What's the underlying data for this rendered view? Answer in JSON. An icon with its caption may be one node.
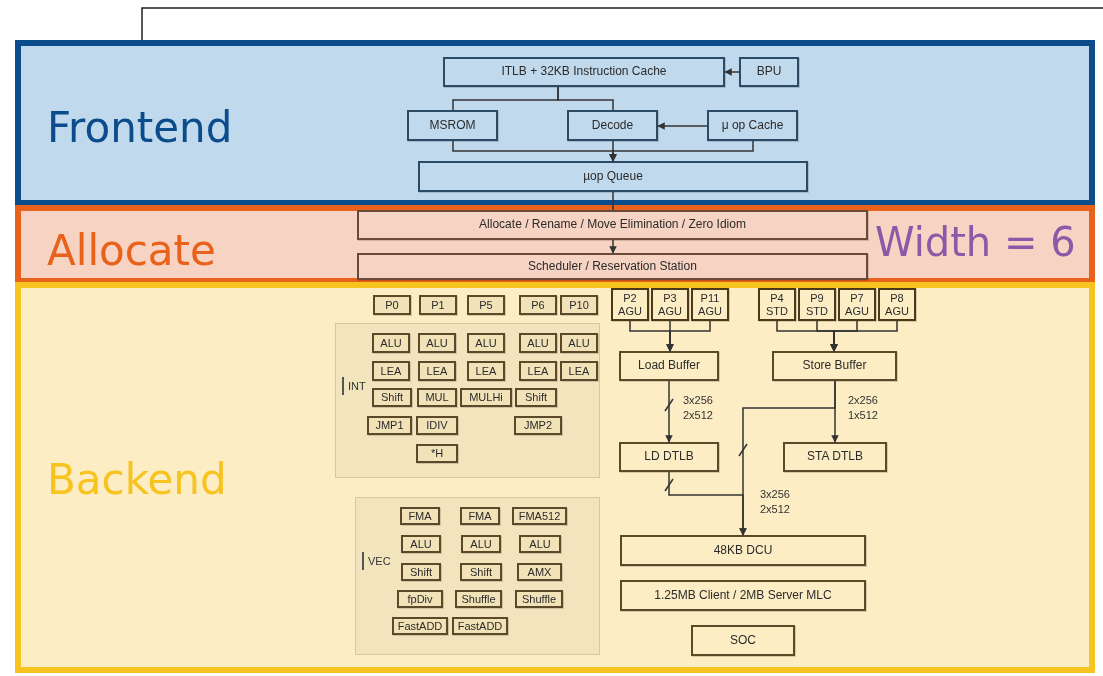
{
  "diagram": {
    "nodes": [
      {
        "text": [
          "Frontend"
        ]
      },
      {
        "text": [
          "Allocate"
        ]
      },
      {
        "text": [
          "Backend"
        ]
      },
      {
        "text": [
          "ITLB + 32KB Instruction Cache"
        ],
        "in": 0
      },
      {
        "text": [
          "BPU"
        ],
        "in": 0
      },
      {
        "text": [
          "MSROM"
        ],
        "in": 0
      },
      {
        "text": [
          "Decode"
        ],
        "in": 0
      },
      {
        "text": [
          "μ op Cache"
        ],
        "in": 0
      },
      {
        "text": [
          "µop Queue"
        ],
        "in": 0
      },
      {
        "text": [
          "Allocate / Rename / Move Elimination / Zero Idiom"
        ],
        "in": 1
      },
      {
        "text": [
          "Scheduler / Reservation Station"
        ],
        "in": 1
      },
      {
        "text": [
          "P0"
        ],
        "in": 2
      },
      {
        "text": [
          "P1"
        ],
        "in": 2
      },
      {
        "text": [
          "P5"
        ],
        "in": 2
      },
      {
        "text": [
          "P6"
        ],
        "in": 2
      },
      {
        "text": [
          "P10"
        ],
        "in": 2
      },
      {
        "text": [
          "INT"
        ],
        "in": 2
      },
      {
        "text": [
          "ALU"
        ],
        "in": 16
      },
      {
        "text": [
          "ALU"
        ],
        "in": 16
      },
      {
        "text": [
          "ALU"
        ],
        "in": 16
      },
      {
        "text": [
          "ALU"
        ],
        "in": 16
      },
      {
        "text": [
          "ALU"
        ],
        "in": 16
      },
      {
        "text": [
          "LEA"
        ],
        "in": 16
      },
      {
        "text": [
          "LEA"
        ],
        "in": 16
      },
      {
        "text": [
          "LEA"
        ],
        "in": 16
      },
      {
        "text": [
          "LEA"
        ],
        "in": 16
      },
      {
        "text": [
          "LEA"
        ],
        "in": 16
      },
      {
        "text": [
          "Shift"
        ],
        "in": 16
      },
      {
        "text": [
          "MUL"
        ],
        "in": 16
      },
      {
        "text": [
          "MULHi"
        ],
        "in": 16
      },
      {
        "text": [
          "Shift"
        ],
        "in": 16
      },
      {
        "text": [
          "JMP1"
        ],
        "in": 16
      },
      {
        "text": [
          "IDIV"
        ],
        "in": 16
      },
      {
        "text": [
          "JMP2"
        ],
        "in": 16
      },
      {
        "text": [
          "*H"
        ],
        "in": 16
      },
      {
        "text": [
          "VEC"
        ],
        "in": 2
      },
      {
        "text": [
          "FMA"
        ],
        "in": 35
      },
      {
        "text": [
          "FMA"
        ],
        "in": 35
      },
      {
        "text": [
          "FMA512"
        ],
        "in": 35
      },
      {
        "text": [
          "ALU"
        ],
        "in": 35
      },
      {
        "text": [
          "ALU"
        ],
        "in": 35
      },
      {
        "text": [
          "ALU"
        ],
        "in": 35
      },
      {
        "text": [
          "Shift"
        ],
        "in": 35
      },
      {
        "text": [
          "Shift"
        ],
        "in": 35
      },
      {
        "text": [
          "AMX"
        ],
        "in": 35
      },
      {
        "text": [
          "fpDiv"
        ],
        "in": 35
      },
      {
        "text": [
          "Shuffle"
        ],
        "in": 35
      },
      {
        "text": [
          "Shuffle"
        ],
        "in": 35
      },
      {
        "text": [
          "FastADD"
        ],
        "in": 35
      },
      {
        "text": [
          "FastADD"
        ],
        "in": 35
      },
      {
        "text": [
          "P2 AGU"
        ],
        "in": 2
      },
      {
        "text": [
          "P3 AGU"
        ],
        "in": 2
      },
      {
        "text": [
          "P11 AGU"
        ],
        "in": 2
      },
      {
        "text": [
          "P4 STD"
        ],
        "in": 2
      },
      {
        "text": [
          "P9 STD"
        ],
        "in": 2
      },
      {
        "text": [
          "P7 AGU"
        ],
        "in": 2
      },
      {
        "text": [
          "P8 AGU"
        ],
        "in": 2
      },
      {
        "text": [
          "Load Buffer"
        ],
        "in": 2
      },
      {
        "text": [
          "Store Buffer"
        ],
        "in": 2
      },
      {
        "text": [
          "LD DTLB"
        ],
        "in": 2
      },
      {
        "text": [
          "STA DTLB"
        ],
        "in": 2
      },
      {
        "text": [
          "48KB DCU"
        ],
        "in": 2
      },
      {
        "text": [
          "1.25MB Client / 2MB Server MLC"
        ],
        "in": 2
      },
      {
        "text": [
          "SOC"
        ],
        "in": 2
      }
    ],
    "edges": [
      {
        "from": 4,
        "to": 3,
        "arrow": "to"
      },
      {
        "from": 3,
        "to": 5,
        "arrow": "none"
      },
      {
        "from": 3,
        "to": 6,
        "arrow": "none"
      },
      {
        "from": 7,
        "to": 6,
        "arrow": "to"
      },
      {
        "from": 5,
        "to": 8,
        "arrow": "to"
      },
      {
        "from": 6,
        "to": 8,
        "arrow": "to"
      },
      {
        "from": 7,
        "to": 8,
        "arrow": "to"
      },
      {
        "from": 8,
        "to": 9,
        "arrow": "none"
      },
      {
        "from": 9,
        "to": 10,
        "arrow": "to"
      },
      {
        "from": 50,
        "to": 57,
        "arrow": "to"
      },
      {
        "from": 51,
        "to": 57,
        "arrow": "to"
      },
      {
        "from": 52,
        "to": 57,
        "arrow": "to"
      },
      {
        "from": 53,
        "to": 58,
        "arrow": "to"
      },
      {
        "from": 54,
        "to": 58,
        "arrow": "to"
      },
      {
        "from": 55,
        "to": 58,
        "arrow": "to"
      },
      {
        "from": 56,
        "to": 58,
        "arrow": "to"
      },
      {
        "from": 57,
        "to": 59,
        "arrow": "to",
        "label": "3x256 2x512"
      },
      {
        "from": 58,
        "to": 60,
        "arrow": "to",
        "label": "2x256 1x512"
      },
      {
        "from": 58,
        "to": 61,
        "arrow": "to"
      },
      {
        "from": 59,
        "to": 61,
        "arrow": "to",
        "label": "3x256 2x512"
      }
    ],
    "labels": [
      "Width = 6"
    ]
  }
}
